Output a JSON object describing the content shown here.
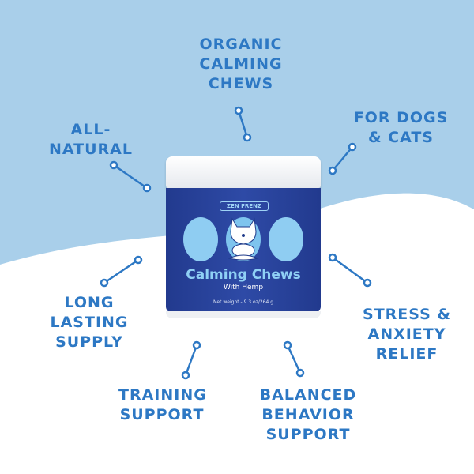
{
  "features": {
    "organic": "Organic Calming Chews",
    "natural": "All-Natural",
    "dogs_cats": "For Dogs & Cats",
    "long_lasting": "Long Lasting Supply",
    "stress": "Stress & Anxiety Relief",
    "training": "Training Support",
    "behavior": "Balanced Behavior Support"
  },
  "product": {
    "brand": "ZEN FRENZ",
    "name": "Calming Chews",
    "subtitle": "With Hemp",
    "net_weight": "Net weight - 9.3 oz/264 g"
  },
  "colors": {
    "sky": "#a9cfea",
    "text": "#2d78c4",
    "jar": "#2e4aa6"
  }
}
